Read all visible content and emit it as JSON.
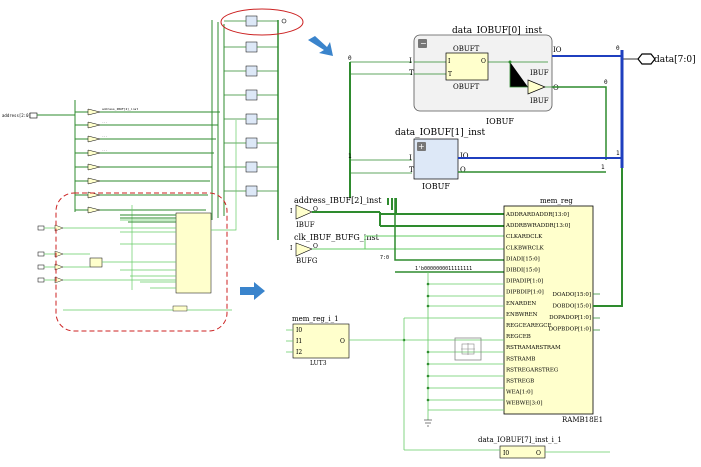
{
  "left_schematic": {
    "input_port_label": "address[2:0]",
    "unreadable_labels": [
      "address_IBUF[2]_inst",
      "...",
      "...",
      "..."
    ]
  },
  "top_right": {
    "iobuf0": {
      "title": "data_IOBUF[0]_inst",
      "obuft_label_top": "OBUFT",
      "obuft_label_bottom": "OBUFT",
      "obuft_pin_i": "I",
      "obuft_pin_t": "T",
      "obuft_pin_o": "O",
      "ibuf_label_top": "IBUF",
      "ibuf_label_bottom": "IBUF",
      "pin_i": "I",
      "pin_t": "T",
      "pin_io": "IO",
      "pin_o": "O",
      "type": "IOBUF",
      "collapse_symbol": "−"
    },
    "iobuf1": {
      "title": "data_IOBUF[1]_inst",
      "pin_i": "I",
      "pin_t": "T",
      "pin_io": "IO",
      "pin_o": "O",
      "type": "IOBUF",
      "expand_symbol": "+"
    },
    "port_data": "data[7:0]",
    "bus_index_0": "0",
    "bus_index_1": "1"
  },
  "bottom_right": {
    "address_ibuf": {
      "title": "address_IBUF[2]_inst",
      "pin_i": "I",
      "pin_o": "O",
      "type": "IBUF"
    },
    "clk_ibuf": {
      "title": "clk_IBUF_BUFG_inst",
      "pin_i": "I",
      "pin_o": "O",
      "type": "BUFG"
    },
    "mem_reg": {
      "title": "mem_reg",
      "type": "RAMB18E1",
      "left_pins": [
        "ADDRARDADDR[13:0]",
        "ADDRBWRADDR[13:0]",
        "CLKARDCLK",
        "CLKBWRCLK",
        "DIADI[15:0]",
        "DIBDI[15:0]",
        "DIPADIP[1:0]",
        "DIPBDIP[1:0]",
        "ENARDEN",
        "ENBWREN",
        "REGCEAREGCE",
        "REGCEB",
        "RSTRAMARSTRAM",
        "RSTRAMB",
        "RSTREGARSTREG",
        "RSTREGB",
        "WEA[1:0]",
        "WEBWE[3:0]"
      ],
      "right_pins": [
        "DOADO[15:0]",
        "DOBDO[15:0]",
        "DOPADOP[1:0]",
        "DOPBDOP[1:0]"
      ],
      "const_label": "1'b0000000011111111",
      "bus_label_70": "7:0"
    },
    "lut": {
      "title": "mem_reg_i_1",
      "type": "LUT3",
      "pins": [
        "I0",
        "I1",
        "I2"
      ],
      "pin_o": "O"
    },
    "iobuf7": {
      "title": "data_IOBUF[7]_inst_i_1",
      "pin_i": "I0",
      "pin_o": "O"
    }
  },
  "colors": {
    "wire_green": "#2e8b2e",
    "wire_green_light": "#66cc66",
    "bus_blue": "#1f3fbf",
    "cell_fill": "#ffffcc",
    "iobuf_fill": "#f2f2f2",
    "iobuf1_fill": "#dde8f7",
    "arrow_blue": "#3a84cc",
    "highlight_red": "#cc2222"
  }
}
